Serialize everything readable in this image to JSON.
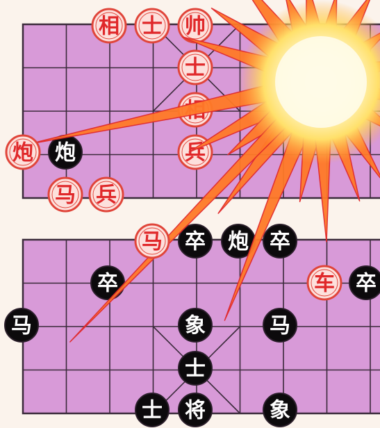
{
  "colors": {
    "board_fill": "#d89ad8",
    "board_line": "#3a2a3a",
    "background": "#fbf3ec",
    "red_piece_fill": "#fde0dc",
    "red_piece_ring": "#e0453a",
    "red_piece_text": "#e0282a",
    "black_piece_fill": "#0c0a0c",
    "black_piece_text": "#ffffff",
    "burst_core": "#fffbe6",
    "burst_glow": "#ffd34a",
    "burst_ray": "#ff7a28",
    "burst_ray_edge": "#e0282a"
  },
  "decoration": "explosion-burst",
  "boards": [
    {
      "id": "upper",
      "pieces": [
        {
          "side": "red",
          "char": "相"
        },
        {
          "side": "red",
          "char": "士"
        },
        {
          "side": "red",
          "char": "帅"
        },
        {
          "side": "red",
          "char": "士"
        },
        {
          "side": "red",
          "char": "相"
        },
        {
          "side": "red",
          "char": "兵"
        },
        {
          "side": "red",
          "char": "炮"
        },
        {
          "side": "black",
          "char": "炮"
        },
        {
          "side": "red",
          "char": "马"
        },
        {
          "side": "red",
          "char": "兵"
        }
      ]
    },
    {
      "id": "lower",
      "pieces": [
        {
          "side": "red",
          "char": "马"
        },
        {
          "side": "black",
          "char": "卒"
        },
        {
          "side": "black",
          "char": "炮"
        },
        {
          "side": "black",
          "char": "卒"
        },
        {
          "side": "black",
          "char": "卒"
        },
        {
          "side": "red",
          "char": "车"
        },
        {
          "side": "black",
          "char": "卒"
        },
        {
          "side": "black",
          "char": "马"
        },
        {
          "side": "black",
          "char": "象"
        },
        {
          "side": "black",
          "char": "马"
        },
        {
          "side": "black",
          "char": "士"
        },
        {
          "side": "black",
          "char": "士"
        },
        {
          "side": "black",
          "char": "将"
        },
        {
          "side": "black",
          "char": "象"
        }
      ]
    }
  ]
}
